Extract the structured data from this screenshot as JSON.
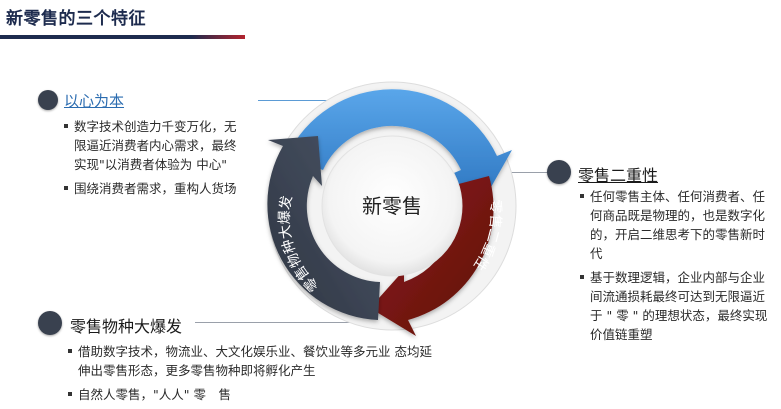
{
  "page": {
    "title": "新零售的三个特征"
  },
  "center": {
    "label": "新零售"
  },
  "ring": {
    "segments": [
      {
        "label": "以心为本",
        "color": "#3e8ed6"
      },
      {
        "label": "零售二重性",
        "color": "#7a1412"
      },
      {
        "label": "零售物种大爆发",
        "color": "#3c4556"
      }
    ]
  },
  "sections": {
    "left_top": {
      "title": "以心为本",
      "items": [
        "数字技术创造力千变万化，无限逼近消费者内心需求，最终实现\"以消费者体验为 中心\"",
        "围绕消费者需求，重构人货场"
      ]
    },
    "right": {
      "title": "零售二重性",
      "items": [
        "任何零售主体、任何消费者、任 何商品既是物理的，也是数字化的，开启二维思考下的零售新时代",
        "基于数理逻辑，企业内部与企业 间流通损耗最终可达到无限逼近 于 \" 零 \" 的理想状态，最终实现 价值链重塑"
      ]
    },
    "bottom": {
      "title": "零售物种大爆发",
      "items": [
        "借助数字技术，物流业、大文化娱乐业、餐饮业等多元业 态均延伸出零售形态，更多零售物种即将孵化产生",
        "自然人零售，\"人人\" 零　售"
      ]
    }
  }
}
